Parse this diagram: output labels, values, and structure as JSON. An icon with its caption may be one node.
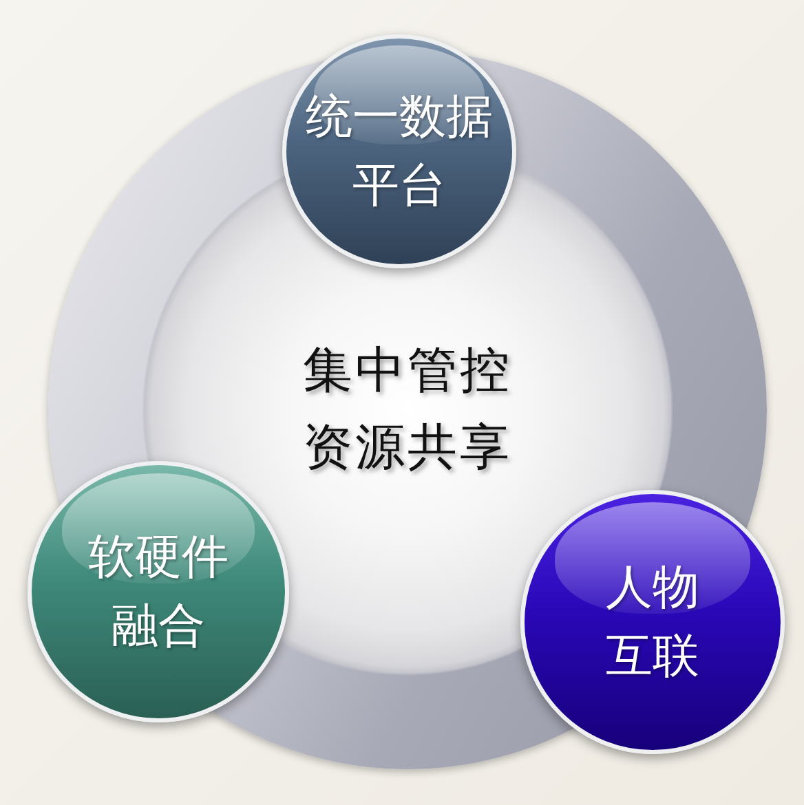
{
  "diagram": {
    "nodes": [
      {
        "text": [
          "统一数据平台"
        ]
      },
      {
        "text": [
          "集中管控",
          "资源共享"
        ]
      },
      {
        "text": [
          "软硬件融合"
        ]
      },
      {
        "text": [
          "人物互联"
        ]
      }
    ]
  }
}
